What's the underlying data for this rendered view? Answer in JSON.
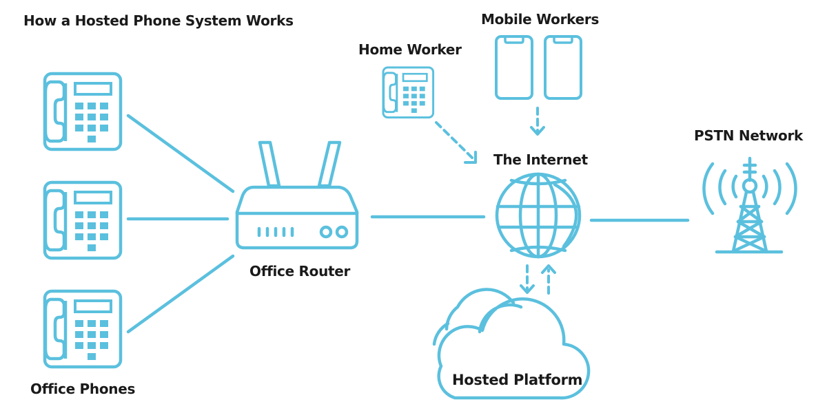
{
  "title": "How a Hosted Phone System Works",
  "colors": {
    "line": "#5BC0DE",
    "text": "#1a1a1a",
    "background": "#ffffff"
  },
  "nodes": {
    "office_phones": {
      "label": "Office Phones",
      "icon": "desk-phone-icon",
      "count": 3
    },
    "office_router": {
      "label": "Office Router",
      "icon": "router-icon"
    },
    "home_worker": {
      "label": "Home Worker",
      "icon": "desk-phone-icon"
    },
    "mobile_workers": {
      "label": "Mobile Workers",
      "icon": "smartphone-icon",
      "count": 2
    },
    "internet": {
      "label": "The Internet",
      "icon": "globe-icon"
    },
    "pstn": {
      "label": "PSTN Network",
      "icon": "cell-tower-icon"
    },
    "hosted_platform": {
      "label": "Hosted Platform",
      "icon": "cloud-icon"
    }
  },
  "connections": [
    {
      "from": "office_phones",
      "to": "office_router",
      "style": "solid"
    },
    {
      "from": "office_router",
      "to": "internet",
      "style": "solid"
    },
    {
      "from": "internet",
      "to": "pstn",
      "style": "solid"
    },
    {
      "from": "home_worker",
      "to": "internet",
      "style": "dashed-arrow"
    },
    {
      "from": "mobile_workers",
      "to": "internet",
      "style": "dashed-arrow"
    },
    {
      "from": "internet",
      "to": "hosted_platform",
      "style": "dashed-arrow-bidirectional"
    }
  ]
}
